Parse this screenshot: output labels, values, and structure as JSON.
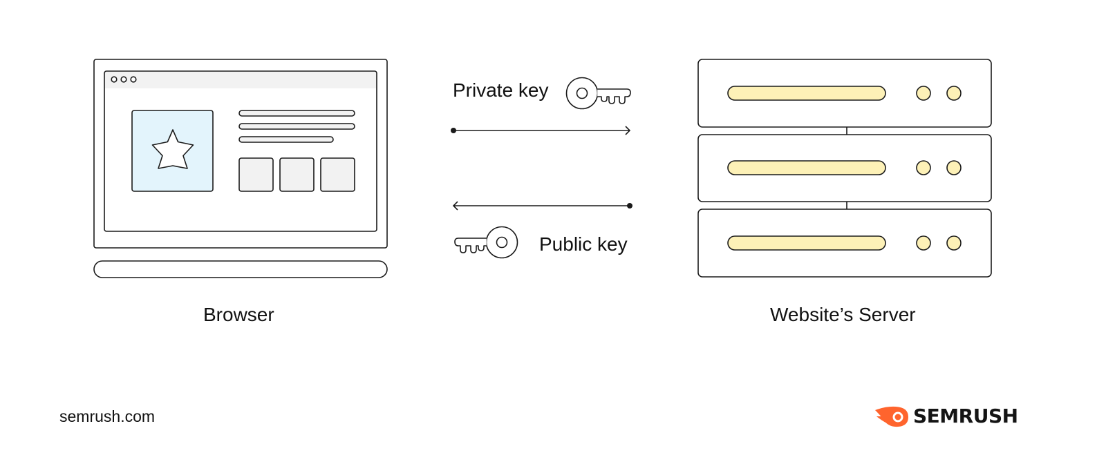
{
  "browser": {
    "label": "Browser"
  },
  "server": {
    "label": "Website’s Server",
    "units": 3
  },
  "keys": {
    "private_label": "Private key",
    "public_label": "Public key"
  },
  "footer": {
    "domain": "semrush.com",
    "brand": "SEMRUSH"
  },
  "colors": {
    "browser_image_bg": "#e3f4fc",
    "server_bar": "#fdf1b7",
    "server_light": "#fdf1b7",
    "ui_gray": "#f2f2f2",
    "brand_orange": "#ff642d",
    "stroke": "#1a1a1a"
  }
}
